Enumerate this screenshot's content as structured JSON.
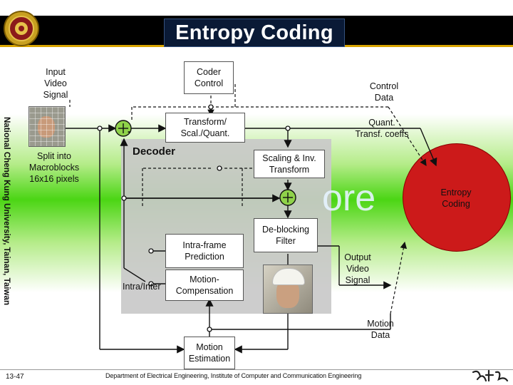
{
  "slide": {
    "title": "Entropy Coding",
    "university": "National Cheng Kung University, Tainan, Taiwan",
    "slide_number": "13-47",
    "footer": "Department of Electrical Engineering, Institute of Computer and Communication Engineering"
  },
  "diagram": {
    "input_video": "Input\nVideo\nSignal",
    "coder_control": "Coder\nControl",
    "control_data": "Control\nData",
    "transform_quant": "Transform/\nScal./Quant.",
    "quant_coeffs": "Quant.\nTransf. coeffs",
    "split_macroblocks": "Split into\nMacroblocks\n16x16 pixels",
    "minus": "-",
    "decoder": "Decoder",
    "scaling_inv": "Scaling & Inv.\nTransform",
    "entropy_coding": "Entropy\nCoding",
    "core_watermark": "ore",
    "deblocking": "De-blocking\nFilter",
    "intra_prediction": "Intra-frame\nPrediction",
    "output_video": "Output\nVideo\nSignal",
    "motion_comp": "Motion-\nCompensation",
    "intra_inter": "Intra/Inter",
    "motion_data": "Motion\nData",
    "motion_estimation": "Motion\nEstimation"
  },
  "colors": {
    "title_bar": "#000000",
    "title_box": "#0a1a36",
    "green_band": "#3cd200",
    "decoder_box": "#c9c9c9",
    "entropy_circle": "#cc1a1a"
  },
  "icons": [
    "university-seal-icon",
    "calligraphy-logo-icon"
  ]
}
